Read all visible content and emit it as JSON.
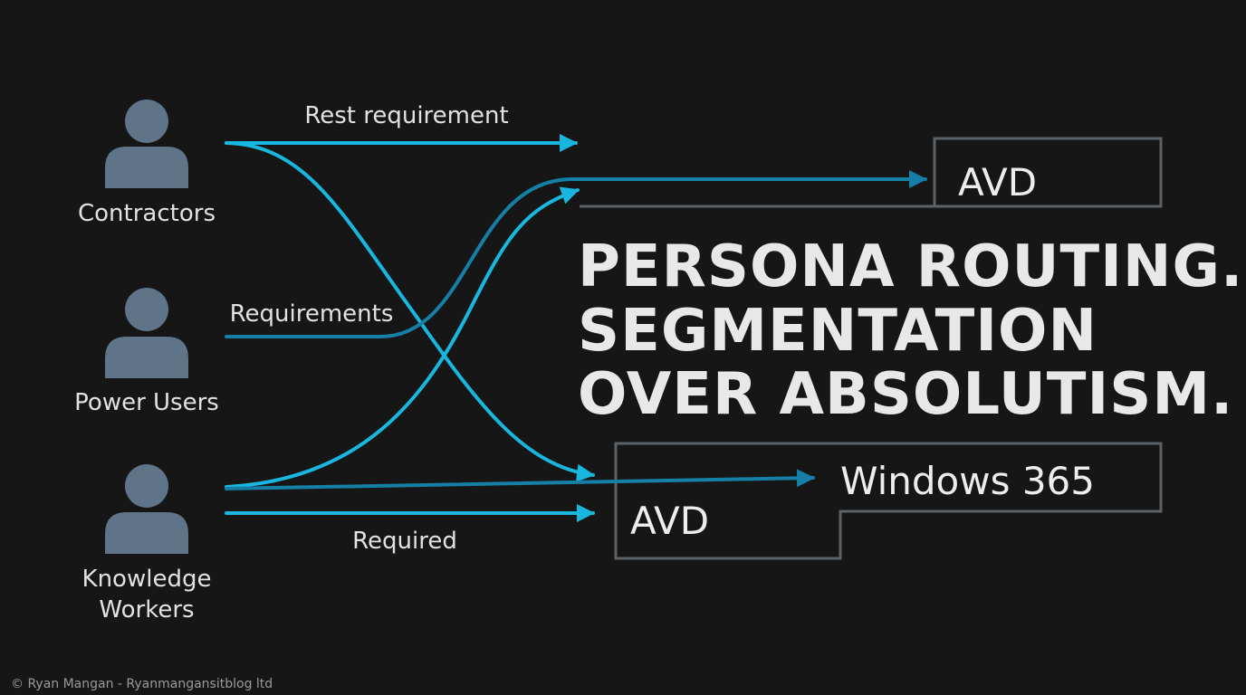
{
  "personas": [
    {
      "label": "Contractors",
      "icon": "person-icon"
    },
    {
      "label": "Power Users",
      "icon": "person-icon"
    },
    {
      "label_line1": "Knowledge",
      "label_line2": "Workers",
      "icon": "person-icon"
    }
  ],
  "flows": {
    "rest_requirement": "Rest requirement",
    "requirements": "Requirements",
    "required": "Required"
  },
  "targets": {
    "avd_top": "AVD",
    "windows_365": "Windows 365",
    "avd_bottom": "AVD"
  },
  "title": {
    "line1": "PERSONA ROUTING.",
    "line2": "SEGMENTATION",
    "line3": "OVER ABSOLUTISM."
  },
  "footer": "© Ryan Mangan - Ryanmangansitblog ltd",
  "colors": {
    "background": "#161616",
    "flow_bright": "#19b6df",
    "flow_dim": "#157fa6",
    "person": "#5f7389",
    "box_stroke": "#5c6166"
  }
}
